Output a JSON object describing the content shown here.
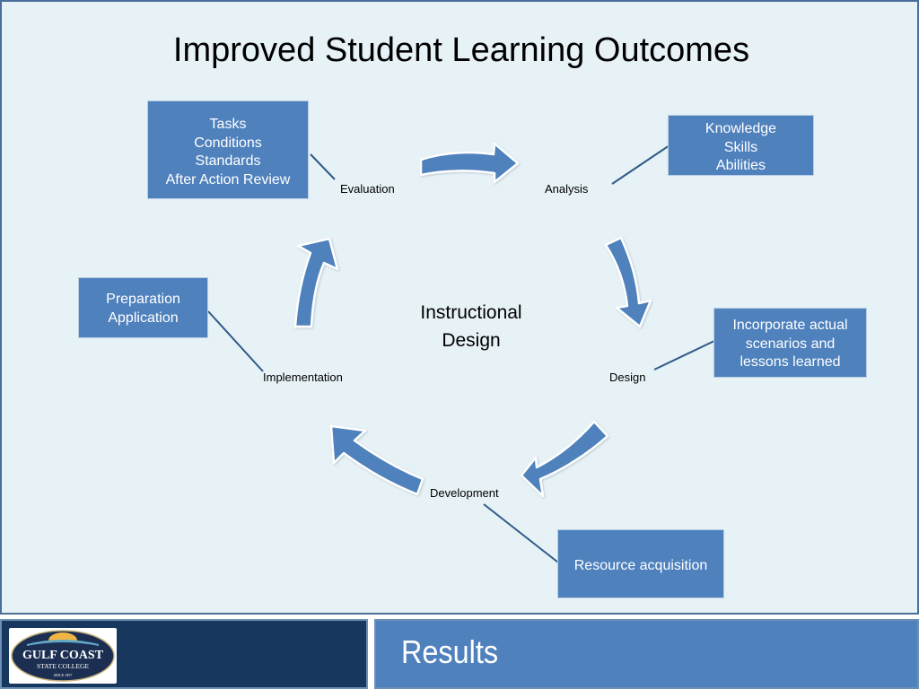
{
  "slide": {
    "title": "Improved Student Learning Outcomes",
    "center_label": [
      "Instructional",
      "Design"
    ]
  },
  "cycle_nodes": {
    "evaluation": "Evaluation",
    "analysis": "Analysis",
    "design": "Design",
    "development": "Development",
    "implementation": "Implementation"
  },
  "callouts": {
    "evaluation": [
      "Tasks",
      "Conditions",
      "Standards",
      "After Action Review"
    ],
    "analysis": [
      "Knowledge",
      "Skills",
      "Abilities"
    ],
    "design": [
      "Incorporate actual",
      "scenarios and",
      "lessons learned"
    ],
    "development": [
      "Resource acquisition"
    ],
    "implementation": [
      "Preparation",
      "Application"
    ]
  },
  "footer": {
    "section_title": "Results",
    "logo": {
      "name": "GULF COAST",
      "subtitle": "STATE COLLEGE",
      "tagline": "SINCE 1957"
    }
  },
  "colors": {
    "slide_background": "#e7f2f6",
    "box_fill": "#4f81bd",
    "arrow_fill": "#4f81bd",
    "footer_dark": "#17375e",
    "footer_accent": "#4f81bd"
  }
}
